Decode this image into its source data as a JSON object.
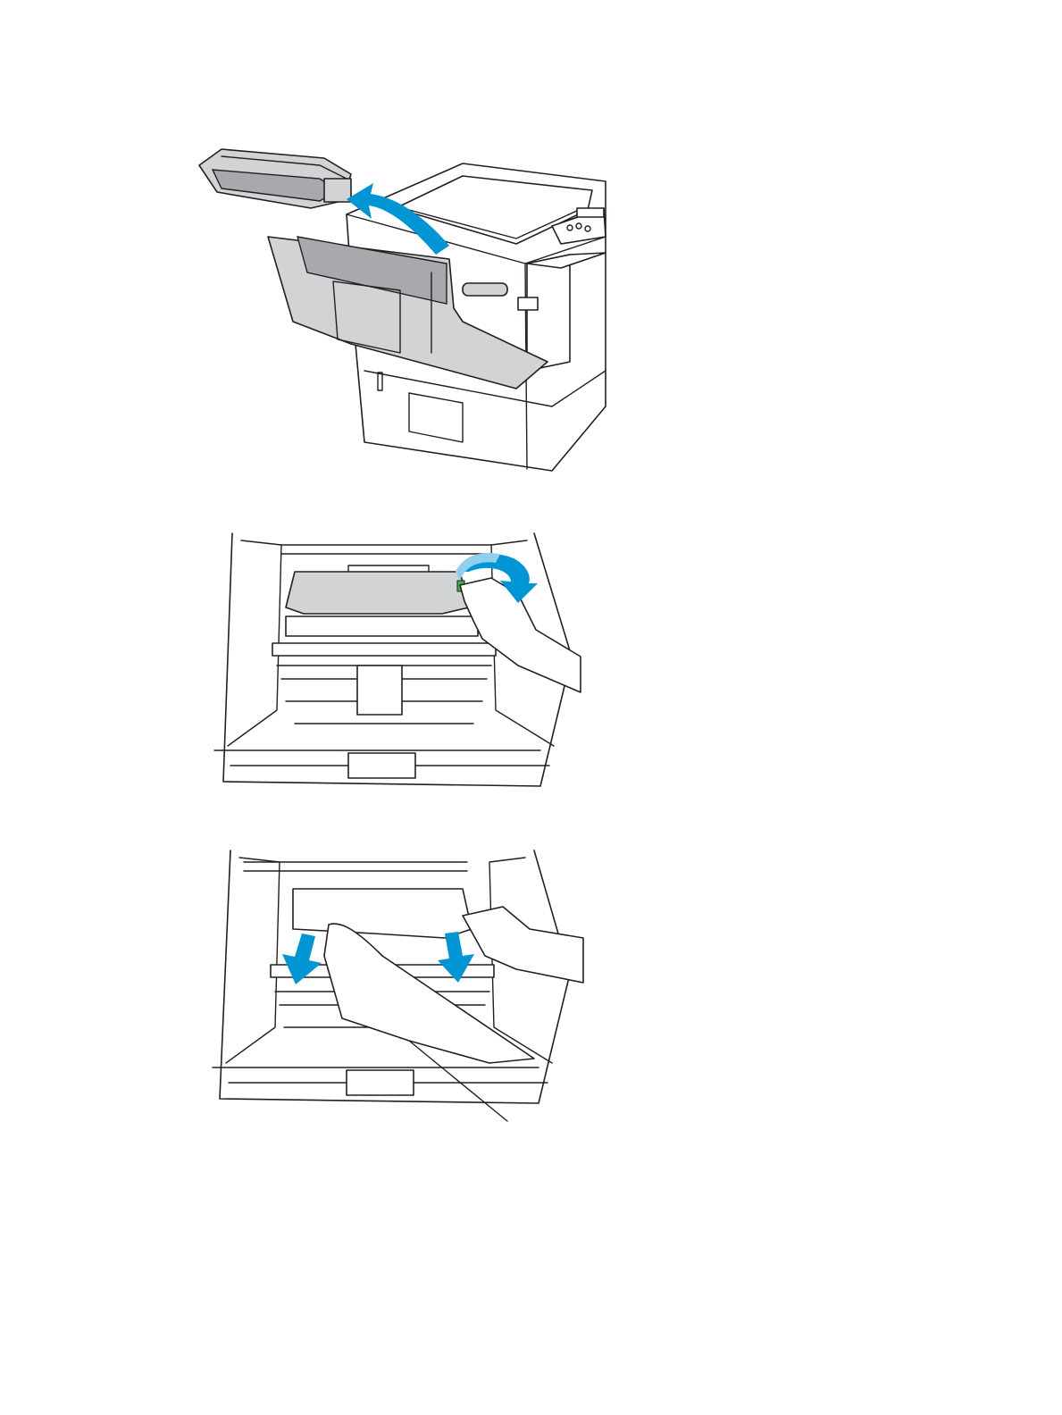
{
  "page": {
    "background_color": "#ffffff",
    "line_color": "#231f20",
    "part_fill_color": "#d1d3d4",
    "arrow_color": "#0096d6",
    "arrow_light_color": "#8fd0ef"
  },
  "figures": [
    {
      "icon": "remove-toner-cartridge-illustration",
      "arrow_icons": [
        "curved-arrow-up-left-icon"
      ]
    },
    {
      "icon": "lift-green-tab-illustration",
      "arrow_icons": [
        "rotate-arrow-down-icon"
      ]
    },
    {
      "icon": "pull-jammed-paper-illustration",
      "arrow_icons": [
        "arrow-down-icon",
        "arrow-down-icon"
      ]
    }
  ]
}
